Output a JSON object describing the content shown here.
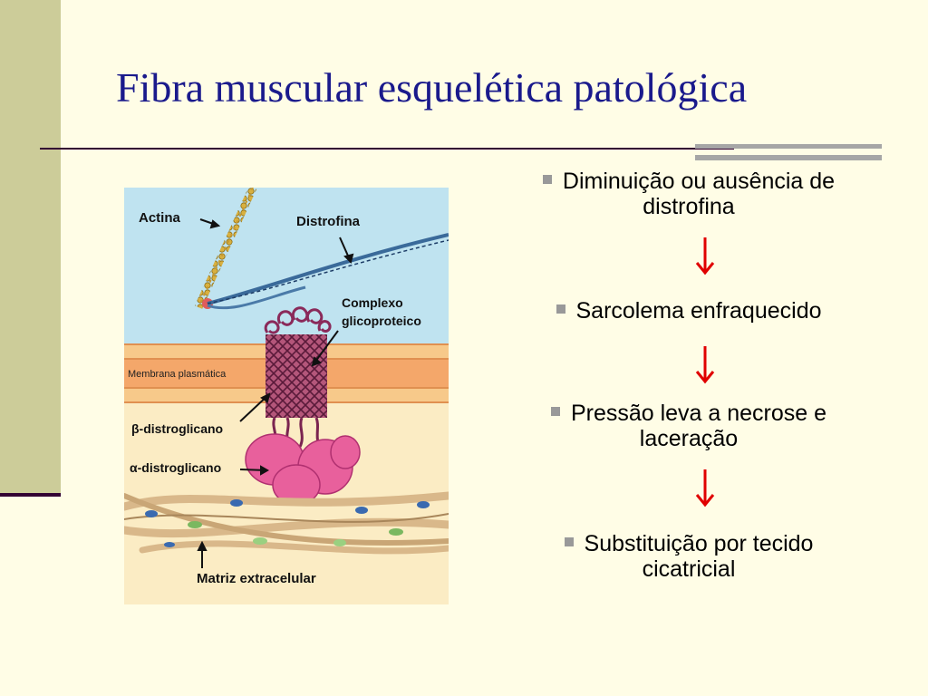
{
  "slide": {
    "title": "Fibra muscular esquelética patológica"
  },
  "diagram": {
    "labels": {
      "actina": "Actina",
      "distrofina": "Distrofina",
      "complexo_1": "Complexo",
      "complexo_2": "glicoproteico",
      "membrana": "Membrana plasmática",
      "beta": "β-distroglicano",
      "alpha": "α-distroglicano",
      "matriz": "Matriz extracelular"
    }
  },
  "bullets": [
    {
      "lines": [
        "Diminuição ou ausência de",
        "distrofina"
      ]
    },
    {
      "lines": [
        "Sarcolema enfraquecido"
      ]
    },
    {
      "lines": [
        "Pressão leva a necrose e",
        "laceração"
      ]
    },
    {
      "lines": [
        "Substituição por tecido",
        "cicatricial"
      ]
    }
  ],
  "colors": {
    "title": "#1a1a8c",
    "background": "#fffde6",
    "side_band": "#cccc99",
    "arrow": "#e00000",
    "bullet": "#999999"
  }
}
